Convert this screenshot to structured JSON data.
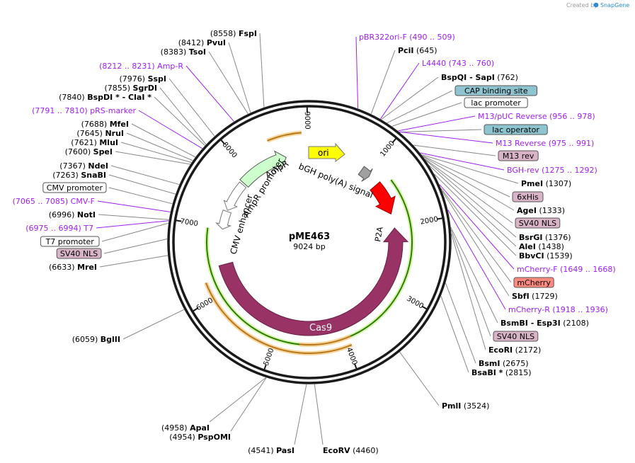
{
  "app": {
    "credit": "Created by",
    "credit_brand": "SnapGene"
  },
  "map": {
    "name": "pME463",
    "size": "9024 bp"
  },
  "ticks": [
    "1000",
    "2000",
    "3000",
    "4000",
    "5000",
    "6000",
    "7000",
    "8000",
    "9000"
  ],
  "enzymes": [
    {
      "pos": "(8558)",
      "name": "FspI"
    },
    {
      "pos": "(8412)",
      "name": "PvuI"
    },
    {
      "pos": "(8383)",
      "name": "TsoI"
    },
    {
      "pos": "(7976)",
      "name": "SspI"
    },
    {
      "pos": "(7855)",
      "name": "SgrDI"
    },
    {
      "pos": "(7840)",
      "name": "BspDI *  -  ClaI *"
    },
    {
      "pos": "(7688)",
      "name": "MfeI"
    },
    {
      "pos": "(7645)",
      "name": "NruI"
    },
    {
      "pos": "(7621)",
      "name": "MluI"
    },
    {
      "pos": "(7600)",
      "name": "SpeI"
    },
    {
      "pos": "(7367)",
      "name": "NdeI"
    },
    {
      "pos": "(7263)",
      "name": "SnaBI"
    },
    {
      "pos": "(6996)",
      "name": "NotI"
    },
    {
      "pos": "(6633)",
      "name": "MreI"
    },
    {
      "pos": "(6059)",
      "name": "BglII"
    },
    {
      "pos": "(4958)",
      "name": "ApaI"
    },
    {
      "pos": "(4954)",
      "name": "PspOMI"
    },
    {
      "pos": "(4541)",
      "name": "PasI"
    },
    {
      "pos": "(4460)",
      "name": "EcoRV"
    },
    {
      "pos": "(645)",
      "name": "PciI"
    },
    {
      "pos": "(762)",
      "name": "BspQI  -  SapI"
    },
    {
      "pos": "(1307)",
      "name": "PmeI"
    },
    {
      "pos": "(1333)",
      "name": "AgeI"
    },
    {
      "pos": "(1376)",
      "name": "BsrGI"
    },
    {
      "pos": "(1438)",
      "name": "AleI"
    },
    {
      "pos": "(1539)",
      "name": "BbvCI"
    },
    {
      "pos": "(1729)",
      "name": "SbfI"
    },
    {
      "pos": "(2108)",
      "name": "BsmBI  -  Esp3I"
    },
    {
      "pos": "(2172)",
      "name": "EcoRI"
    },
    {
      "pos": "(2675)",
      "name": "BsmI"
    },
    {
      "pos": "(2815)",
      "name": "BsaBI *"
    },
    {
      "pos": "(3524)",
      "name": "PmlI"
    }
  ],
  "primers": [
    {
      "range": "(8212 .. 8231)",
      "name": "Amp-R"
    },
    {
      "range": "(7791 .. 7810)",
      "name": "pRS-marker"
    },
    {
      "range": "(7065 .. 7085)",
      "name": "CMV-F"
    },
    {
      "range": "(6975 .. 6994)",
      "name": "T7"
    },
    {
      "range": "(490 .. 509)",
      "name": "pBR322ori-F"
    },
    {
      "range": "(743 .. 760)",
      "name": "L4440"
    },
    {
      "range": "(956 .. 978)",
      "name": "M13/pUC Reverse"
    },
    {
      "range": "(975 .. 991)",
      "name": "M13 Reverse"
    },
    {
      "range": "(1275 .. 1292)",
      "name": "BGH-rev"
    },
    {
      "range": "(1649 .. 1668)",
      "name": "mCherry-F"
    },
    {
      "range": "(1918 .. 1936)",
      "name": "mCherry-R"
    }
  ],
  "boxed": [
    {
      "name": "CMV promoter"
    },
    {
      "name": "T7 promoter"
    },
    {
      "name": "SV40 NLS"
    },
    {
      "name": "CAP binding site"
    },
    {
      "name": "lac promoter"
    },
    {
      "name": "lac operator"
    },
    {
      "name": "M13 rev"
    },
    {
      "name": "6xHis"
    },
    {
      "name": "SV40 NLS"
    },
    {
      "name": "mCherry"
    },
    {
      "name": "SV40 NLS"
    }
  ],
  "features": {
    "cas9": "Cas9",
    "p2a": "P2A",
    "ori": "ori",
    "ampr": "AmpR",
    "ampr_promoter": "AmpR promoter",
    "cmv_enhancer": "CMV enhancer",
    "bgh": "bGH poly(A) signal"
  },
  "colors": {
    "cas9": "#993366",
    "p2a": "#ff0000",
    "ori": "#ffff00",
    "ampr": "#ccffcc",
    "orf": "#e6a23c",
    "green": "#2e7d00",
    "enzyme_line": "#888888",
    "primer": "#a020f0",
    "teal_box": "#8ec4d0",
    "pink_box": "#d9b3c7",
    "red_box": "#ff8a80",
    "backbone": "#1a1a1a"
  }
}
